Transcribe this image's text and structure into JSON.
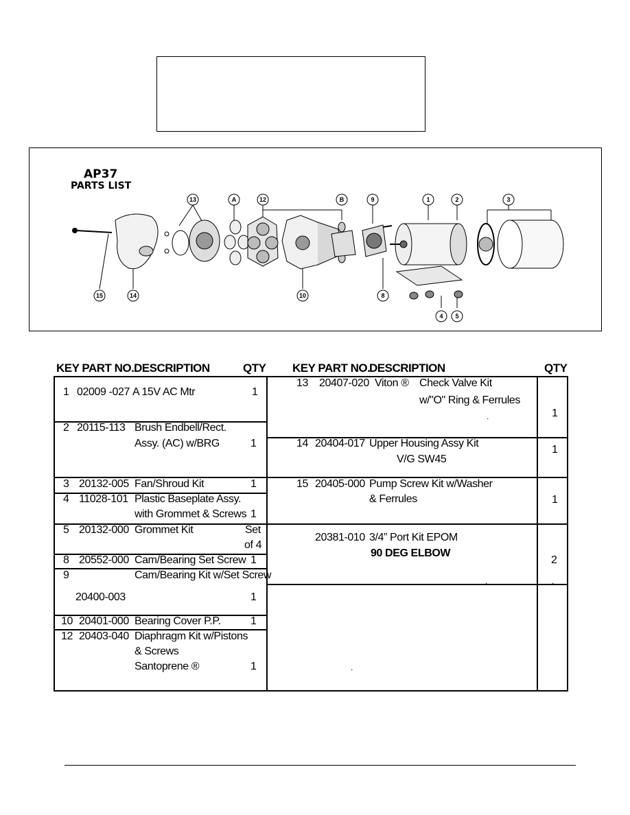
{
  "diagram": {
    "title": "AP37",
    "subtitle": "PARTS LIST",
    "callouts": [
      "13",
      "A",
      "12",
      "B",
      "9",
      "1",
      "2",
      "3",
      "15",
      "14",
      "10",
      "8",
      "4",
      "5"
    ]
  },
  "table": {
    "headers": {
      "left": {
        "key_part": "KEY PART NO.",
        "description": "DESCRIPTION",
        "qty": "QTY"
      },
      "right": {
        "key_part": "KEY PART NO.",
        "description": "DESCRIPTION",
        "qty": "QTY"
      }
    },
    "left_rows": [
      {
        "key": "1",
        "part": "02009 -027",
        "desc": [
          "A 15V AC Mtr"
        ],
        "qty": "1"
      },
      {
        "key": "2",
        "part": "20115-113",
        "desc": [
          "Brush Endbell/Rect.",
          "Assy. (AC) w/BRG"
        ],
        "qty": "1"
      },
      {
        "key": "3",
        "part": "20132-005",
        "desc": [
          "Fan/Shroud Kit"
        ],
        "qty": "1"
      },
      {
        "key": "4",
        "part": "11028-101",
        "desc": [
          "Plastic Baseplate Assy.",
          "with Grommet & Screws"
        ],
        "qty": "1"
      },
      {
        "key": "5",
        "part": "20132-000",
        "desc": [
          "Grommet Kit"
        ],
        "qty": [
          "Set",
          "of 4"
        ]
      },
      {
        "key": "8",
        "part": "20552-000",
        "desc": [
          "Cam/Bearing Set Screw"
        ],
        "qty": "1"
      },
      {
        "key": "9",
        "part": "20400-003",
        "desc": [
          "Cam/Bearing Kit w/Set Screw"
        ],
        "qty": "1"
      },
      {
        "key": "10",
        "part": "20401-000",
        "desc": [
          "Bearing Cover P.P."
        ],
        "qty": "1"
      },
      {
        "key": "12",
        "part": "20403-040",
        "desc": [
          "Diaphragm Kit w/Pistons",
          "& Screws",
          "Santoprene ®"
        ],
        "qty": "1"
      }
    ],
    "right_rows": [
      {
        "key": "13",
        "part": "20407-020",
        "desc": [
          "Viton ®",
          "Check Valve Kit",
          "w/\"O\" Ring & Ferrules"
        ],
        "qty": "1"
      },
      {
        "key": "14",
        "part": "20404-017",
        "desc": [
          "Upper Housing Assy Kit",
          "V/G SW45"
        ],
        "qty": "1"
      },
      {
        "key": "15",
        "part": "20405-000",
        "desc": [
          "Pump Screw Kit w/Washer",
          "& Ferrules"
        ],
        "qty": "1"
      },
      {
        "key": "",
        "part": "20381-010",
        "desc": [
          "3/4” Port Kit EPOM",
          "90 DEG ELBOW"
        ],
        "qty": "2"
      }
    ]
  },
  "colors": {
    "line": "#000000",
    "background": "#ffffff",
    "drawing_gray": "#888888"
  }
}
